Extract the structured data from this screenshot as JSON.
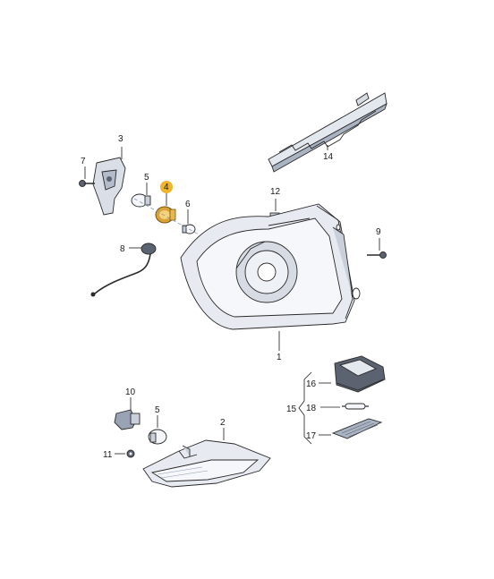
{
  "diagram": {
    "callouts": {
      "c1": "1",
      "c2": "2",
      "c3": "3",
      "c4": "4",
      "c5a": "5",
      "c5b": "5",
      "c6": "6",
      "c7": "7",
      "c8": "8",
      "c9": "9",
      "c10": "10",
      "c11": "11",
      "c12": "12",
      "c14": "14",
      "c15": "15",
      "c16": "16",
      "c17": "17",
      "c18": "18"
    },
    "colors": {
      "highlight": "#f0b429",
      "part_fill": "#eef1f6",
      "part_shade": "#c9d0dc",
      "part_dark": "#5b6270",
      "line": "#1a1a1a"
    }
  }
}
